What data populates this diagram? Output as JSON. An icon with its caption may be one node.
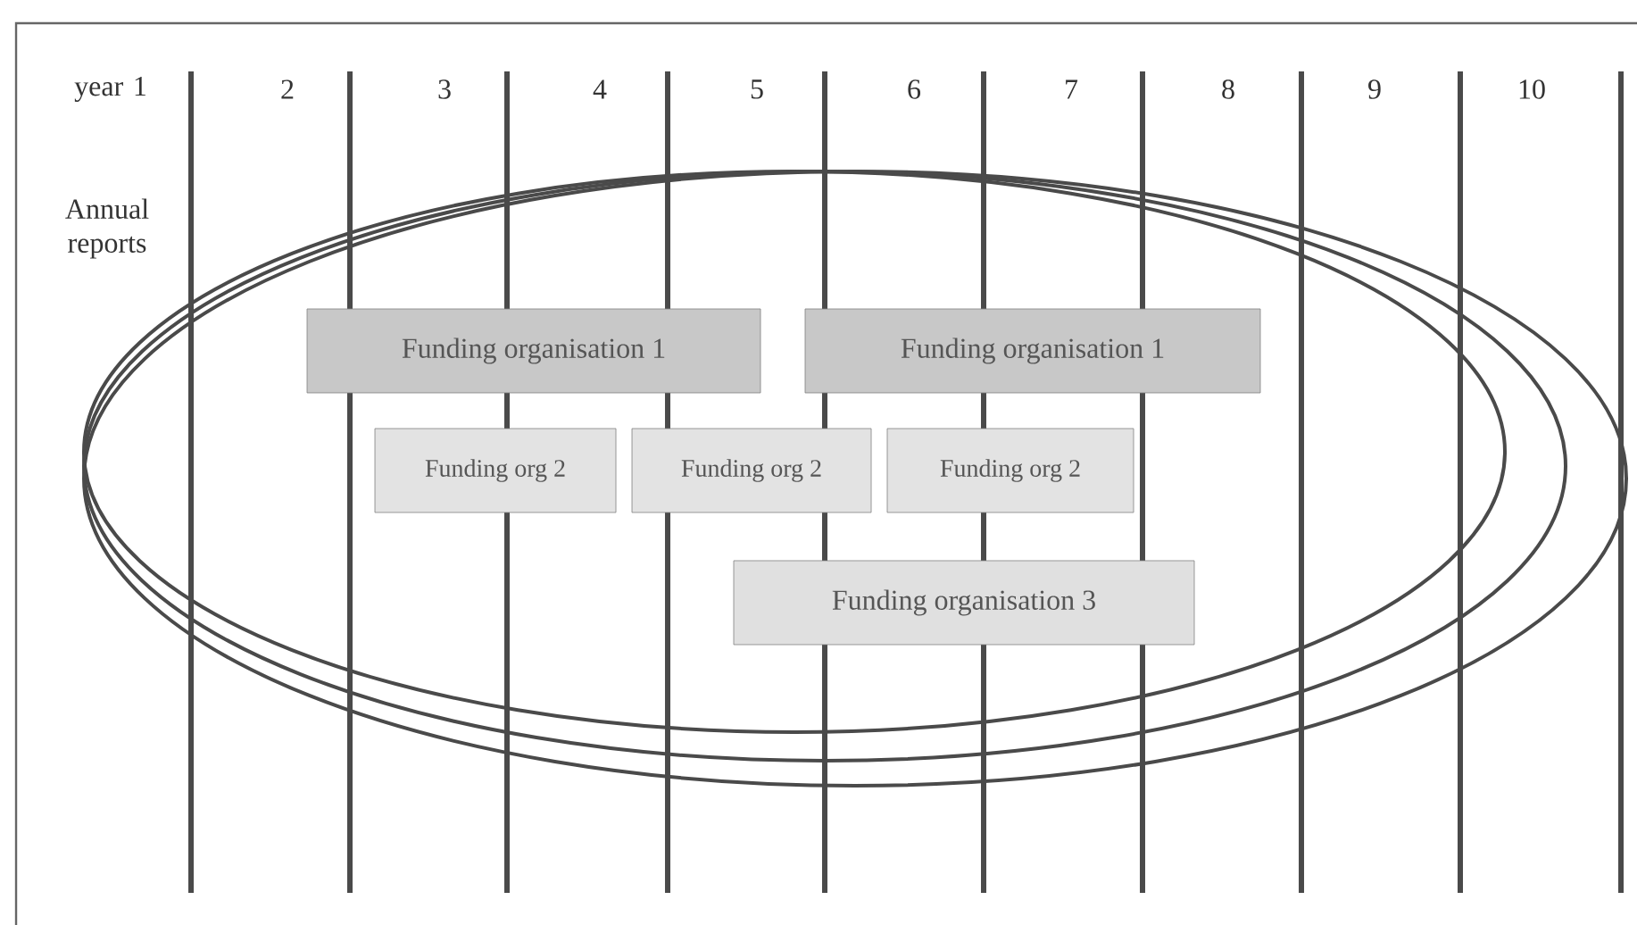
{
  "diagram": {
    "nodes": [
      {
        "text": [
          "Funding organisation 1"
        ]
      },
      {
        "text": [
          "Funding organisation 1"
        ]
      },
      {
        "text": [
          "Funding org 2"
        ]
      },
      {
        "text": [
          "Funding org 2"
        ]
      },
      {
        "text": [
          "Funding org 2"
        ]
      },
      {
        "text": [
          "Funding organisation 3"
        ]
      }
    ],
    "labels": [
      "year 1",
      "2",
      "3",
      "4",
      "5",
      "6",
      "7",
      "8",
      "9",
      "10",
      "Annual reports"
    ]
  }
}
